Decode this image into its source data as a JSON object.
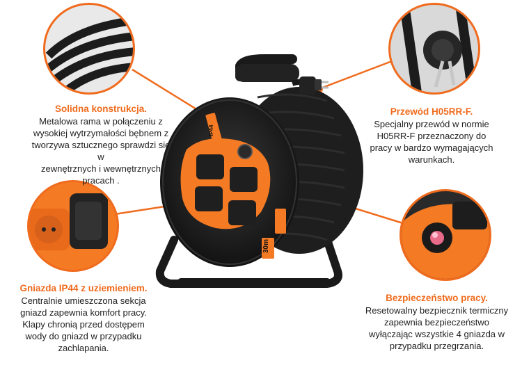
{
  "colors": {
    "accent": "#f06b1d",
    "text": "#222222",
    "reel_body": "#1c1c1c",
    "plate": "#f47a24"
  },
  "callouts": {
    "konstrukcja": {
      "title": "Solidna konstrukcja.",
      "body": "Metalowa rama w połączeniu z\nwysokiej wytrzymałości bębnem z\ntworzywa sztucznego sprawdzi się w\nzewnętrznych i wewnętrznych\npracach ."
    },
    "przewod": {
      "title": "Przewód H05RR-F.",
      "body": "Specjalny przewód w normie\nH05RR-F przeznaczony do\npracy w bardzo wymagających\nwarunkach."
    },
    "gniazda": {
      "title": "Gniazda IP44 z uziemieniem.",
      "body": "Centralnie umieszczona sekcja\ngniazd zapewnia komfort pracy.\nKlapy chronią przed dostępem\nwody do gniazd w przypadku\nzachlapania."
    },
    "bezpieczenstwo": {
      "title": "Bezpieczeństwo pracy.",
      "body": "Resetowalny bezpiecznik termiczny\nzapewnia bezpieczeństwo\nwyłączając wszystkie 4 gniazda w\nprzypadku przegrzania."
    }
  },
  "product_labels": {
    "length": "30m",
    "rating": "IP44"
  },
  "icons": [
    "cable-closeup-icon",
    "plug-closeup-icon",
    "socket-closeup-icon",
    "fuse-closeup-icon"
  ]
}
